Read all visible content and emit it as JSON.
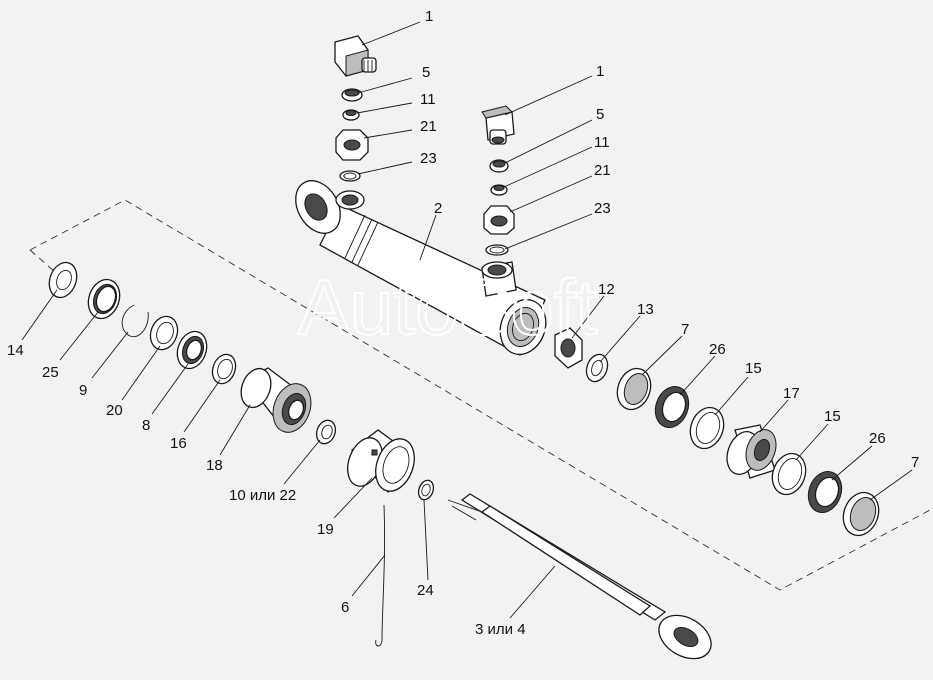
{
  "watermark": "AutoSoft",
  "labels": [
    {
      "id": "l1a",
      "text": "1"
    },
    {
      "id": "l5a",
      "text": "5"
    },
    {
      "id": "l11a",
      "text": "11"
    },
    {
      "id": "l21a",
      "text": "21"
    },
    {
      "id": "l23a",
      "text": "23"
    },
    {
      "id": "l1b",
      "text": "1"
    },
    {
      "id": "l5b",
      "text": "5"
    },
    {
      "id": "l11b",
      "text": "11"
    },
    {
      "id": "l21b",
      "text": "21"
    },
    {
      "id": "l23b",
      "text": "23"
    },
    {
      "id": "l2",
      "text": "2"
    },
    {
      "id": "l12",
      "text": "12"
    },
    {
      "id": "l13",
      "text": "13"
    },
    {
      "id": "l7a",
      "text": "7"
    },
    {
      "id": "l26a",
      "text": "26"
    },
    {
      "id": "l15a",
      "text": "15"
    },
    {
      "id": "l17",
      "text": "17"
    },
    {
      "id": "l15b",
      "text": "15"
    },
    {
      "id": "l26b",
      "text": "26"
    },
    {
      "id": "l7b",
      "text": "7"
    },
    {
      "id": "l14",
      "text": "14"
    },
    {
      "id": "l25",
      "text": "25"
    },
    {
      "id": "l9",
      "text": "9"
    },
    {
      "id": "l20",
      "text": "20"
    },
    {
      "id": "l8",
      "text": "8"
    },
    {
      "id": "l16",
      "text": "16"
    },
    {
      "id": "l18",
      "text": "18"
    },
    {
      "id": "l10",
      "text": "10 или 22"
    },
    {
      "id": "l19",
      "text": "19"
    },
    {
      "id": "l24",
      "text": "24"
    },
    {
      "id": "l6",
      "text": "6"
    },
    {
      "id": "l3",
      "text": "3 или 4"
    }
  ]
}
